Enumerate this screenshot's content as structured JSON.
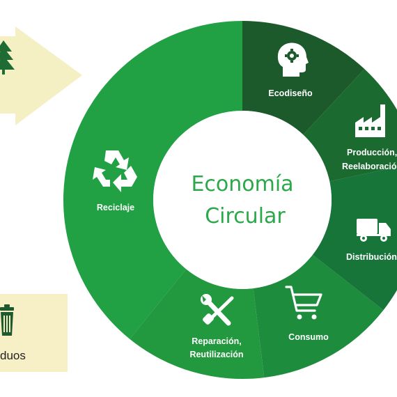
{
  "center": {
    "line1": "Economía",
    "line2": "Circular"
  },
  "segments": [
    {
      "label_lines": [
        "Ecodiseño"
      ],
      "icon": "head-gear-icon",
      "color": "#1c5a2c"
    },
    {
      "label_lines": [
        "Producción,",
        "Reelaboración"
      ],
      "icon": "factory-icon",
      "color": "#1b6b30"
    },
    {
      "label_lines": [
        "Distribución"
      ],
      "icon": "truck-icon",
      "color": "#17753a"
    },
    {
      "label_lines": [
        "Consumo"
      ],
      "icon": "shopping-cart-icon",
      "color": "#1d8c3d"
    },
    {
      "label_lines": [
        "Reparación,",
        "Reutilización"
      ],
      "icon": "wrench-screwdriver-icon",
      "color": "#22993f"
    },
    {
      "label_lines": [
        "Reciclaje"
      ],
      "icon": "recycle-icon",
      "color": "#21a044"
    }
  ],
  "side_items": [
    {
      "label": "",
      "icon": "tree-icon",
      "color": "#f5efc4"
    },
    {
      "label": "duos",
      "icon": "trash-can-icon",
      "color": "#f7f0c6"
    }
  ]
}
